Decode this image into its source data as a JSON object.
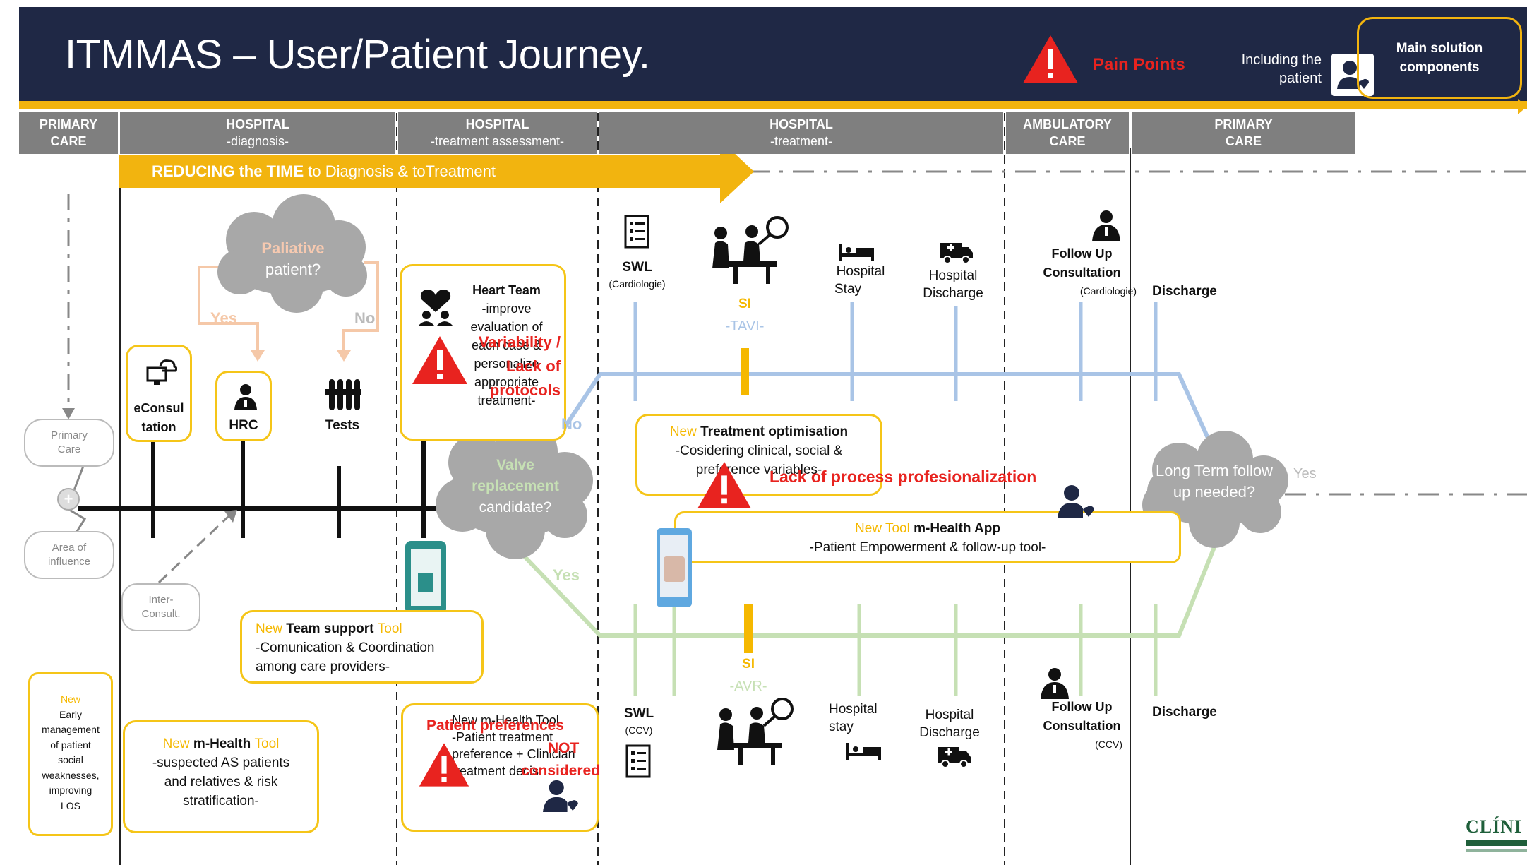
{
  "title": "ITMMAS – User/Patient Journey.",
  "legend": {
    "pain_points": "Pain Points",
    "including_patient_line1": "Including the",
    "including_patient_line2": "patient",
    "main_solution_line1": "Main solution",
    "main_solution_line2": "components"
  },
  "stages": [
    {
      "name": "PRIMARY",
      "sub": "CARE"
    },
    {
      "name": "HOSPITAL",
      "sub": "-diagnosis-"
    },
    {
      "name": "HOSPITAL",
      "sub": "-treatment assessment-"
    },
    {
      "name": "HOSPITAL",
      "sub": "-treatment-"
    },
    {
      "name": "AMBULATORY",
      "sub": "CARE"
    },
    {
      "name": "PRIMARY",
      "sub": "CARE"
    }
  ],
  "arrow_banner": {
    "bold": "REDUCING the TIME",
    "rest": " to Diagnosis & toTreatment"
  },
  "primary_care": {
    "primary_care_oval_l1": "Primary",
    "primary_care_oval_l2": "Care",
    "area_oval_l1": "Area of",
    "area_oval_l2": "influence",
    "inter_consult_l1": "Inter-",
    "inter_consult_l2": "Consult."
  },
  "diagnosis": {
    "palliative_l1": "Paliative",
    "palliative_l2": "patient?",
    "yes": "Yes",
    "no": "No",
    "econsult_l1": "eConsul",
    "econsult_l2": "tation",
    "hrc": "HRC",
    "tests": "Tests"
  },
  "heart_team": {
    "title": "Heart Team",
    "l1": "-improve",
    "l2": "evaluation of",
    "l3": "each case &",
    "l4": "personalize",
    "l5": "appropriate",
    "l6": "treatment-",
    "pain_l1": "Variability /",
    "pain_l2": "Lack of",
    "pain_l3": "protocols"
  },
  "valve": {
    "l1": "Valve",
    "l2": "replacement",
    "l3": "candidate?",
    "no": "No",
    "yes": "Yes"
  },
  "tavi_path": {
    "swl": "SWL",
    "swl_sub": "(Cardiologie)",
    "si": "SI",
    "si_sub": "-TAVI-",
    "stay_l1": "Hospital",
    "stay_l2": "Stay",
    "discharge_l1": "Hospital",
    "discharge_l2": "Discharge",
    "followup_l1": "Follow Up",
    "followup_l2": "Consultation",
    "followup_sub": "(Cardiologie)",
    "final_discharge": "Discharge"
  },
  "avr_path": {
    "swl": "SWL",
    "swl_sub": "(CCV)",
    "si": "SI",
    "si_sub": "-AVR-",
    "stay_l1": "Hospital",
    "stay_l2": "stay",
    "discharge_l1": "Hospital",
    "discharge_l2": "Discharge",
    "followup_l1": "Follow Up",
    "followup_l2": "Consultation",
    "followup_sub": "(CCV)",
    "final_discharge": "Discharge"
  },
  "treatment_opt": {
    "new": "New",
    "title": " Treatment optimisation",
    "l1": "-Cosidering clinical, social &",
    "l2": "preference variables-",
    "pain": "Lack of process profesionalization"
  },
  "mhealth_app": {
    "new": "New Tool",
    "title": " m-Health App",
    "l1": "-Patient Empowerment & follow-up tool-"
  },
  "long_term": {
    "l1": "Long Term follow",
    "l2": "up needed?",
    "yes": "Yes"
  },
  "team_support": {
    "new": "New",
    "title": " Team support ",
    "tool": "Tool",
    "l1": "-Comunication & Coordination",
    "l2": "among care providers-"
  },
  "early_mgmt": {
    "new": "New",
    "l1": "Early",
    "l2": "management",
    "l3": "of patient",
    "l4": "social",
    "l5": "weaknesses,",
    "l6": "improving",
    "l7": "LOS"
  },
  "mhealth_tool": {
    "new": "New",
    "title": " m-Health ",
    "tool": "Tool",
    "l1": "-suspected AS patients",
    "l2": "and relatives & risk",
    "l3": "stratification-"
  },
  "patient_pref": {
    "bg_l1": "New m-Health Tool",
    "bg_l2": "-Patient treatment",
    "bg_l3": "preference + Clinician",
    "bg_l4": "treatment decis",
    "pain_l1": "Patient preferences",
    "pain_l2": "NOT",
    "pain_l3": "considered"
  },
  "logo": {
    "text": "CLÍNI"
  },
  "colors": {
    "navy": "#1f2845",
    "gold": "#f2b40f",
    "grey": "#7f7f7f",
    "tavi_blue": "#a9c4e6",
    "avr_green": "#c6e0b4",
    "red": "#e8231f"
  }
}
